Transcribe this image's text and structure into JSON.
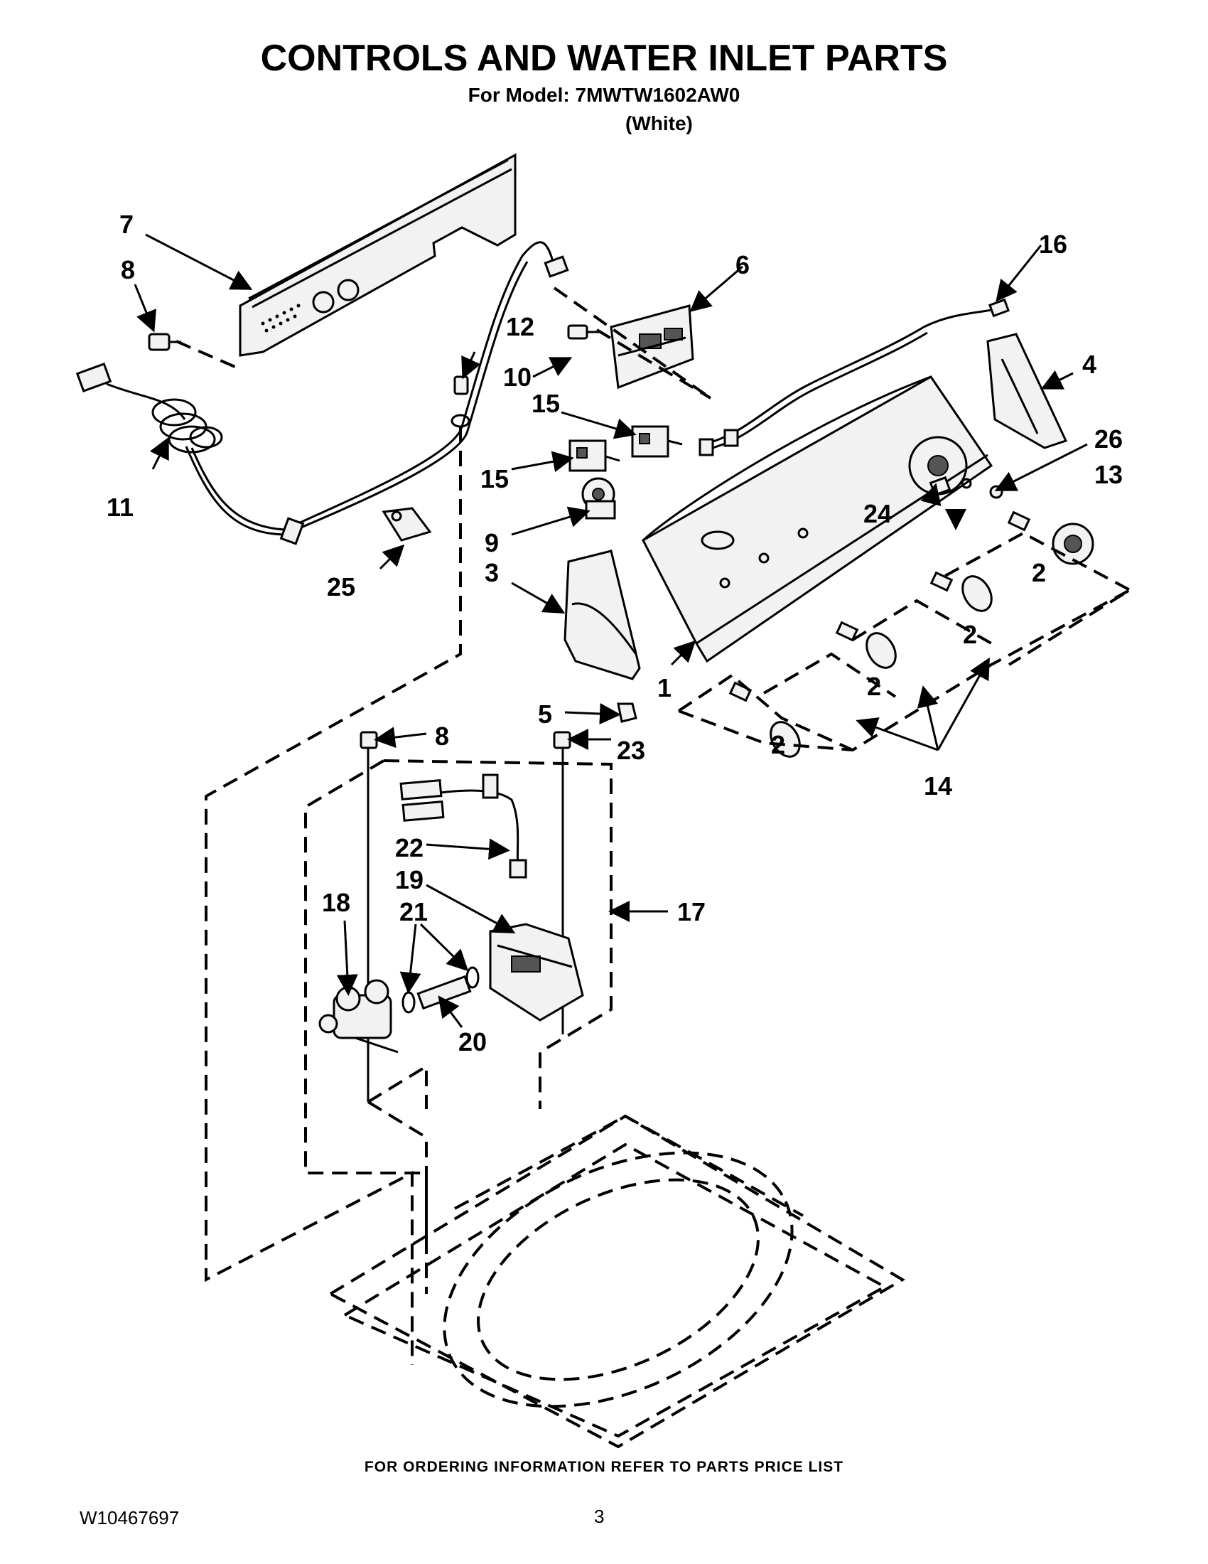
{
  "header": {
    "title": "CONTROLS AND WATER INLET PARTS",
    "model_line": "For Model: 7MWTW1602AW0",
    "color": "(White)"
  },
  "callouts": {
    "c1": "1",
    "c2a": "2",
    "c2b": "2",
    "c2c": "2",
    "c2d": "2",
    "c3": "3",
    "c4": "4",
    "c5": "5",
    "c6": "6",
    "c7": "7",
    "c8a": "8",
    "c8b": "8",
    "c9": "9",
    "c10": "10",
    "c11": "11",
    "c12": "12",
    "c13": "13",
    "c14": "14",
    "c15a": "15",
    "c15b": "15",
    "c16": "16",
    "c17": "17",
    "c18": "18",
    "c19": "19",
    "c20": "20",
    "c21": "21",
    "c22": "22",
    "c23": "23",
    "c24": "24",
    "c25": "25",
    "c26": "26"
  },
  "footer": {
    "ordering_note": "FOR ORDERING INFORMATION REFER TO PARTS PRICE LIST",
    "doc_number": "W10467697",
    "page_number": "3"
  }
}
